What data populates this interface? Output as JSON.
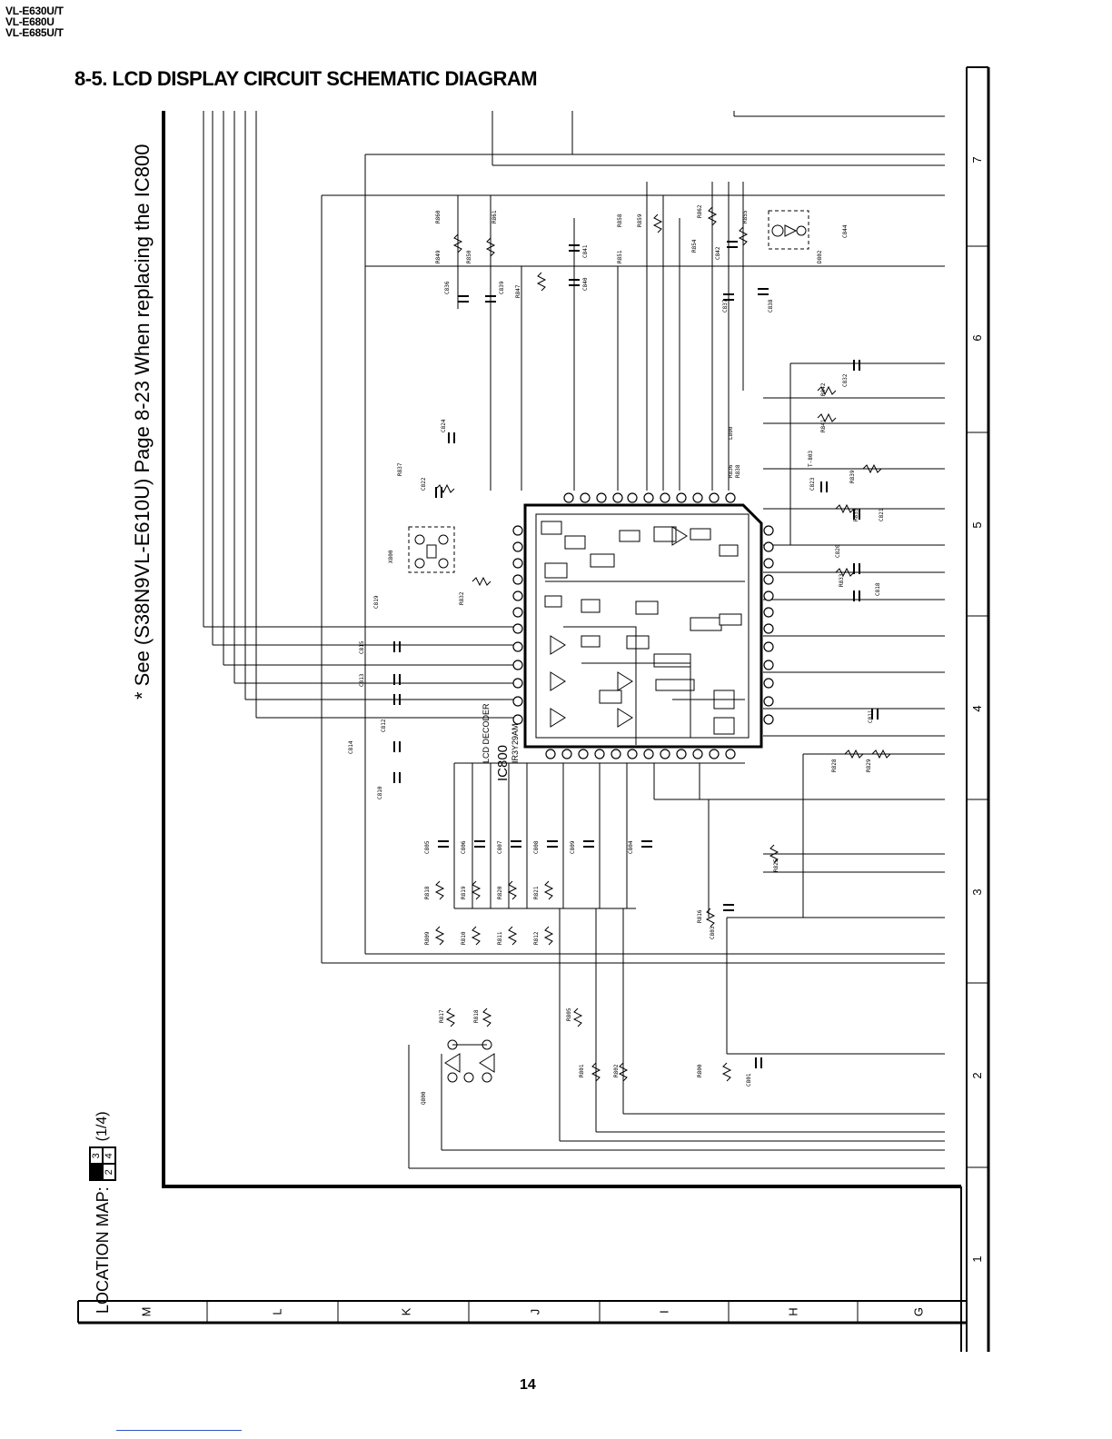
{
  "header": {
    "models": [
      "VL-E630U/T",
      "VL-E680U",
      "VL-E685U/T"
    ],
    "title": "8-5. LCD DISPLAY CIRCUIT SCHEMATIC DIAGRAM"
  },
  "note": "* See (S38N9VL-E610U) Page 8-23 When replacing the IC800",
  "location_map": {
    "label": "LOCATION MAP:",
    "cells": [
      "",
      "3",
      "2",
      "4"
    ],
    "page": "(1/4)"
  },
  "grid": {
    "row_numbers": [
      "7",
      "6",
      "5",
      "4",
      "3",
      "2",
      "1"
    ],
    "column_letters": [
      "M",
      "L",
      "K",
      "J",
      "I",
      "H",
      "G"
    ]
  },
  "ic": {
    "ref": "IC800",
    "part": "IR3Y29AM",
    "function": "LCD DECODER"
  },
  "component_labels": [
    "R849",
    "R850",
    "R851",
    "R858",
    "R859",
    "R860",
    "R861",
    "R862",
    "R855",
    "R854",
    "C836",
    "C839",
    "C840",
    "C841",
    "C842",
    "C837",
    "C838",
    "C844",
    "D802",
    "R847",
    "R837",
    "R836",
    "R838",
    "R839",
    "R841",
    "R842",
    "R835",
    "R833",
    "R832",
    "C822",
    "C824",
    "C823",
    "C821",
    "C820",
    "C818",
    "C819",
    "C832",
    "C811",
    "X800",
    "L800",
    "T-803",
    "C815",
    "C813",
    "C812",
    "C810",
    "C814",
    "R828",
    "R829",
    "R825",
    "C805",
    "C806",
    "C807",
    "C808",
    "C809",
    "C804",
    "R818",
    "R819",
    "R820",
    "R821",
    "R809",
    "R810",
    "R811",
    "R812",
    "R816",
    "C803",
    "R805",
    "R801",
    "R802",
    "R800",
    "C801",
    "R817",
    "R818",
    "Q800"
  ],
  "page_number": "14"
}
